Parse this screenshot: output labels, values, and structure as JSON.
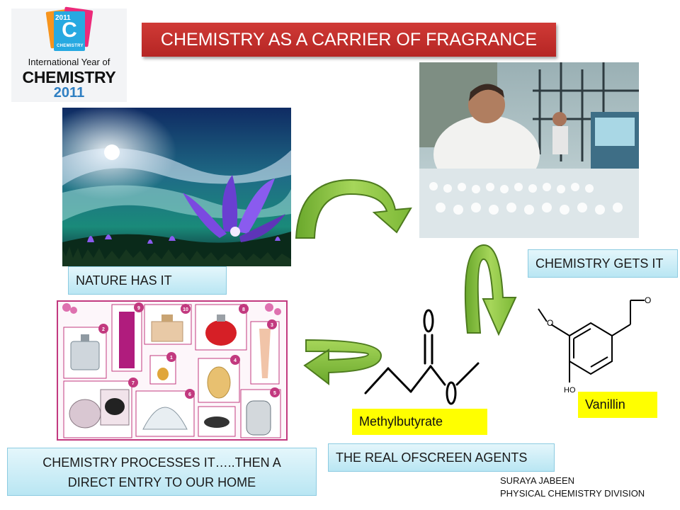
{
  "title": "CHEMISTRY AS A CARRIER OF FRAGRANCE",
  "logo": {
    "year_badge": "2011",
    "letter": "C",
    "badge_word": "CHEMISTRY",
    "line1": "International Year of",
    "line2": "CHEMISTRY",
    "line3": "2011"
  },
  "labels": {
    "nature": "NATURE HAS IT",
    "gets": "CHEMISTRY GETS IT",
    "process_line1": "CHEMISTRY PROCESSES IT…..THEN A",
    "process_line2": "DIRECT ENTRY TO OUR HOME",
    "agents": "THE REAL OFSCREEN AGENTS",
    "methylbutyrate": "Methylbutyrate",
    "vanillin": "Vanillin"
  },
  "molecule": {
    "oxygen": "O",
    "hydroxyl": "HO"
  },
  "perfume_tags": [
    "2",
    "9",
    "10",
    "3",
    "8",
    "4",
    "1",
    "7",
    "6",
    "5"
  ],
  "author": {
    "name": "SURAYA JABEEN",
    "division": "PHYSICAL CHEMISTRY DIVISION"
  },
  "colors": {
    "title_bg": "#c0302c",
    "arrow_green": "#8cc63f",
    "label_blue": "#c8ecf6",
    "label_yellow": "#ffff00",
    "logo_blue": "#2f7fc2"
  }
}
